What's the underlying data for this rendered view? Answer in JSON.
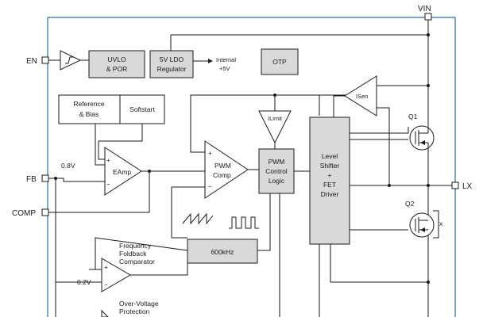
{
  "pins": {
    "vin": "VIN",
    "en": "EN",
    "fb": "FB",
    "comp": "COMP",
    "lx": "LX"
  },
  "blocks": {
    "uvlo": {
      "line1": "UVLO",
      "line2": "& POR"
    },
    "ldo": {
      "line1": "5V LDO",
      "line2": "Regulator"
    },
    "internal": {
      "line1": "Internal",
      "line2": "+5V"
    },
    "otp": "OTP",
    "reference": {
      "line1": "Reference",
      "line2": "& Bias"
    },
    "softstart": "Softstart",
    "eamp": "EAmp",
    "pwm_comp": {
      "line1": "PWM",
      "line2": "Comp"
    },
    "ilimit": "ILimit",
    "isen": "ISen",
    "pwm_logic": {
      "line1": "PWM",
      "line2": "Control",
      "line3": "Logic"
    },
    "driver": {
      "line1": "Level",
      "line2": "Shifter",
      "line3": "+",
      "line4": "FET",
      "line5": "Driver"
    },
    "oscillator": "600kHz",
    "freq_foldback": {
      "line1": "Frequency",
      "line2": "Foldback",
      "line3": "Comparator"
    },
    "ovp": {
      "line1": "Over-Voltage",
      "line2": "Protection"
    }
  },
  "labels": {
    "ref_08": "0.8V",
    "ref_02": "0.2V",
    "q1": "Q1",
    "q2": "Q2",
    "x_mark": "x",
    "plus": "+",
    "minus": "−"
  }
}
